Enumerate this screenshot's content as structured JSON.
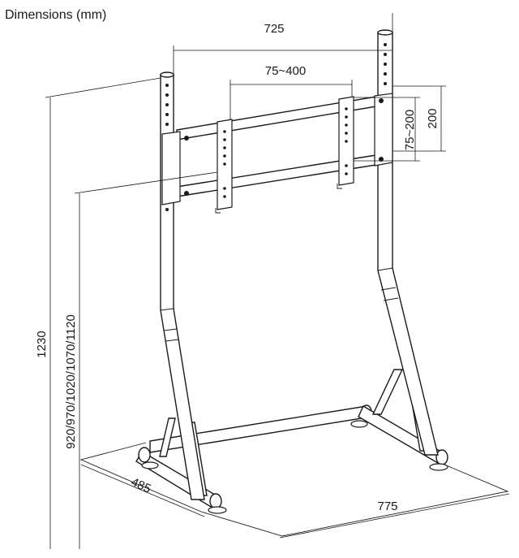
{
  "title": "Dimensions (mm)",
  "dimensions": {
    "width_between_uprights": "725",
    "vesa_horizontal": "75~400",
    "vesa_vertical": "75~200",
    "bracket_height": "200",
    "total_height": "1230",
    "mount_heights": "920/970/1020/1070/1120",
    "base_depth": "485",
    "base_width": "775"
  }
}
